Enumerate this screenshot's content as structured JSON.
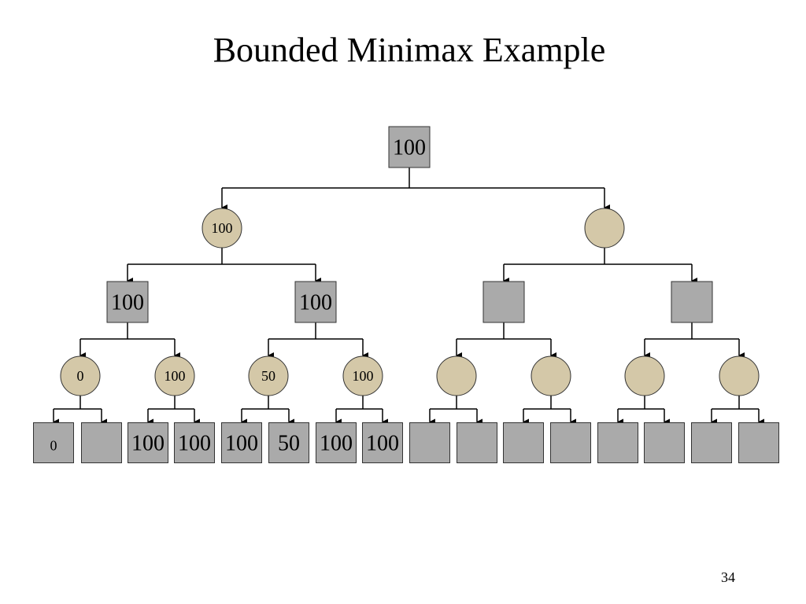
{
  "title": "Bounded Minimax Example",
  "page_number": "34",
  "colors": {
    "max_node_fill": "#aaaaaa",
    "min_node_fill": "#d4c8a8",
    "edge": "#000000"
  },
  "tree": {
    "root": {
      "type": "max",
      "value": "100"
    },
    "level1": [
      {
        "type": "min",
        "value": "100"
      },
      {
        "type": "min",
        "value": ""
      }
    ],
    "level2": [
      {
        "type": "max",
        "value": "100"
      },
      {
        "type": "max",
        "value": "100"
      },
      {
        "type": "max",
        "value": ""
      },
      {
        "type": "max",
        "value": ""
      }
    ],
    "level3": [
      {
        "type": "min",
        "value": "0"
      },
      {
        "type": "min",
        "value": "100"
      },
      {
        "type": "min",
        "value": "50"
      },
      {
        "type": "min",
        "value": "100"
      },
      {
        "type": "min",
        "value": ""
      },
      {
        "type": "min",
        "value": ""
      },
      {
        "type": "min",
        "value": ""
      },
      {
        "type": "min",
        "value": ""
      }
    ],
    "leaves": [
      {
        "type": "max",
        "value": "0"
      },
      {
        "type": "max",
        "value": ""
      },
      {
        "type": "max",
        "value": "100"
      },
      {
        "type": "max",
        "value": "100"
      },
      {
        "type": "max",
        "value": "100"
      },
      {
        "type": "max",
        "value": "50"
      },
      {
        "type": "max",
        "value": "100"
      },
      {
        "type": "max",
        "value": "100"
      },
      {
        "type": "max",
        "value": ""
      },
      {
        "type": "max",
        "value": ""
      },
      {
        "type": "max",
        "value": ""
      },
      {
        "type": "max",
        "value": ""
      },
      {
        "type": "max",
        "value": ""
      },
      {
        "type": "max",
        "value": ""
      },
      {
        "type": "max",
        "value": ""
      },
      {
        "type": "max",
        "value": ""
      }
    ]
  }
}
